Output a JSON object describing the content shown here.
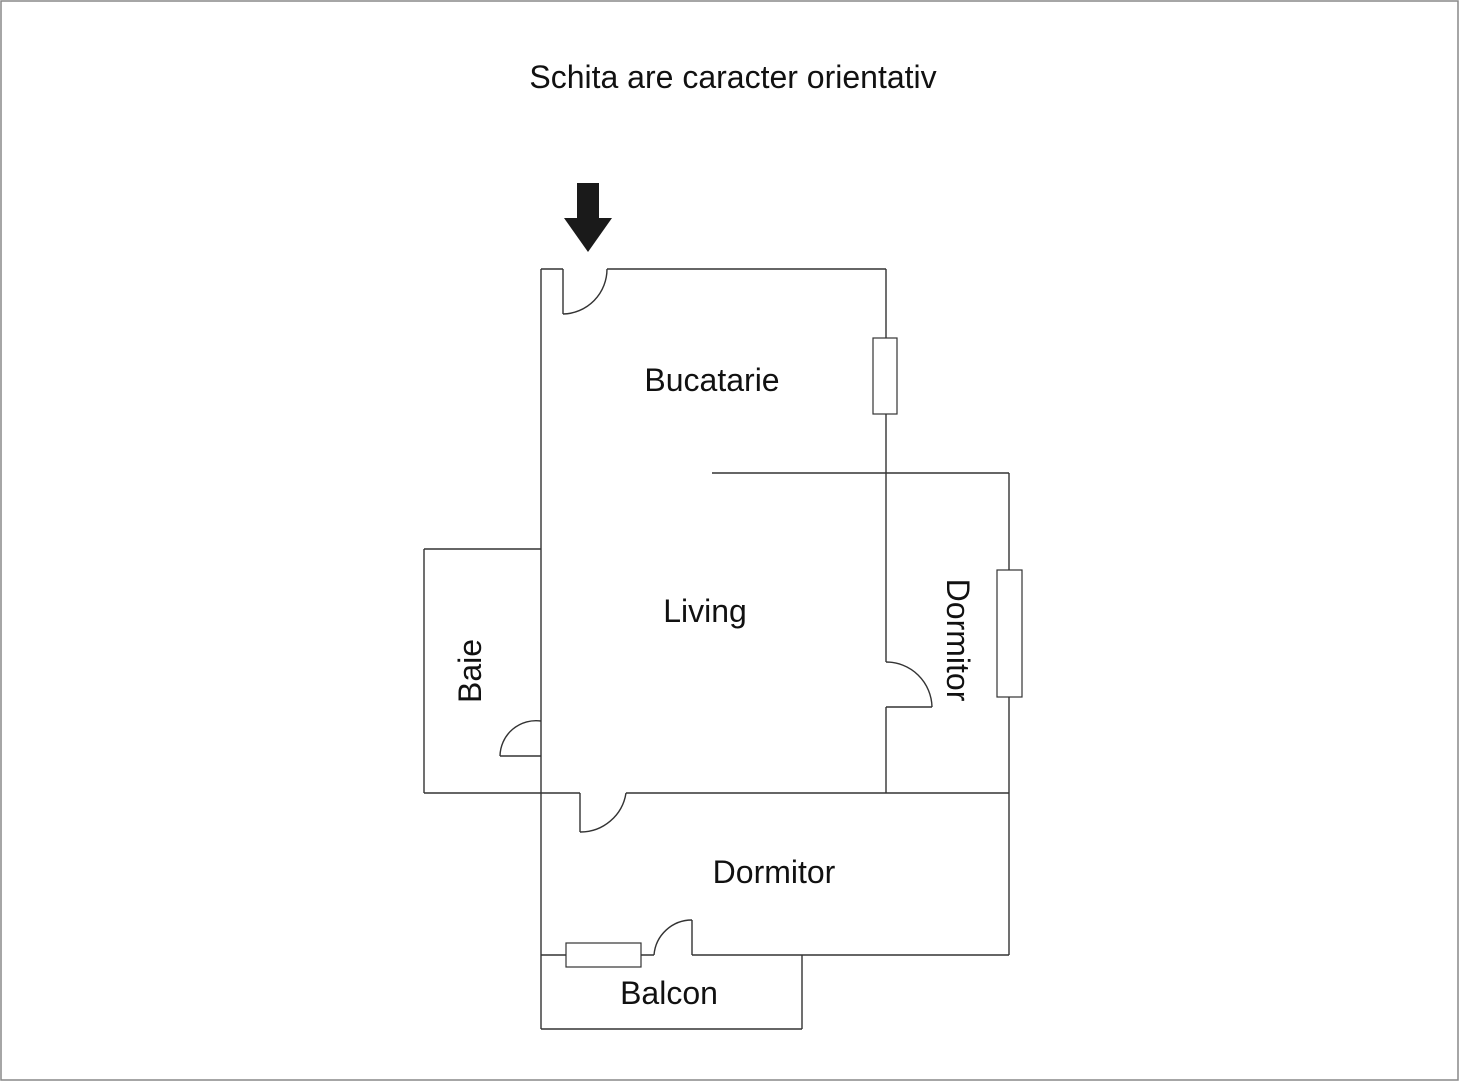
{
  "plan": {
    "note": "Schita are caracter orientativ",
    "rooms": {
      "kitchen": "Bucatarie",
      "living": "Living",
      "bath": "Baie",
      "bedroom_side": "Dormitor",
      "bedroom_bottom": "Dormitor",
      "balcony": "Balcon"
    },
    "entrance_icon": "arrow-down-icon"
  }
}
